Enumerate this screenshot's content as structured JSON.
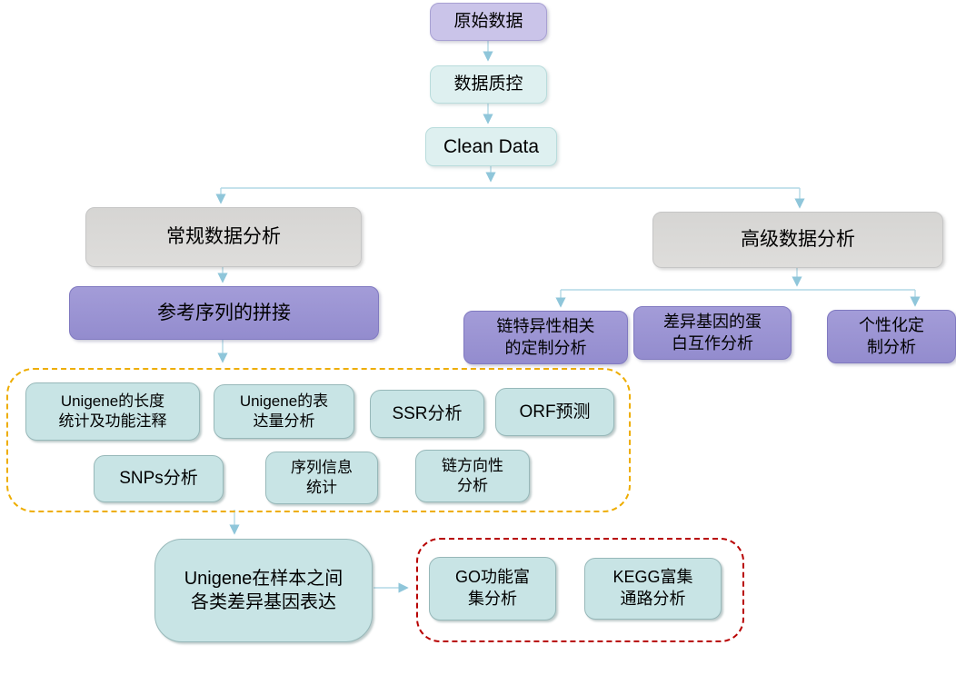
{
  "diagram": {
    "type": "flowchart",
    "language": "zh-CN",
    "colors": {
      "lavender_node": "#cac4e9",
      "pale_teal_node": "#def0f0",
      "gray_node": "#d9d8d6",
      "purple_node": "#9b94d3",
      "teal_node": "#c8e4e5",
      "yellow_group_border": "#eead00",
      "red_group_border": "#b80000",
      "arrow_line": "#b2d8e5",
      "arrow_head": "#8fc6da",
      "text": "#000000"
    }
  },
  "nodes": {
    "raw_data": {
      "label": "原始数据"
    },
    "qc": {
      "label": "数据质控"
    },
    "clean_data": {
      "label": "Clean Data"
    },
    "regular_analysis": {
      "label": "常规数据分析"
    },
    "advanced_analysis": {
      "label": "高级数据分析"
    },
    "ref_assembly": {
      "label": "参考序列的拼接"
    },
    "strand_specific_custom": {
      "label": "链特异性相关\n的定制分析"
    },
    "protein_interaction": {
      "label": "差异基因的蛋\n白互作分析"
    },
    "personalized_custom": {
      "label": "个性化定\n制分析"
    },
    "unigene_length": {
      "label": "Unigene的长度\n统计及功能注释"
    },
    "unigene_expression": {
      "label": "Unigene的表\n达量分析"
    },
    "ssr": {
      "label": "SSR分析"
    },
    "orf": {
      "label": "ORF预测"
    },
    "snps": {
      "label": "SNPs分析"
    },
    "seq_info": {
      "label": "序列信息\n统计"
    },
    "strand_direction": {
      "label": "链方向性\n分析"
    },
    "diff_expression": {
      "label": "Unigene在样本之间\n各类差异基因表达"
    },
    "go_enrichment": {
      "label": "GO功能富\n集分析"
    },
    "kegg_enrichment": {
      "label": "KEGG富集\n通路分析"
    }
  }
}
